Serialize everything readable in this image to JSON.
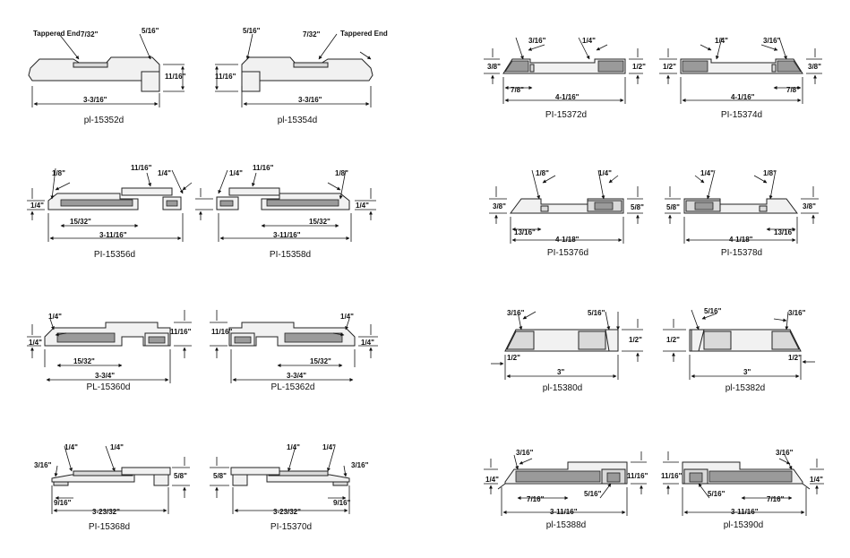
{
  "diagrams": [
    {
      "caption": "pl-15352d",
      "labels": [
        "Tappered End",
        "7/32\"",
        "5/16\"",
        "11/16\"",
        "3-3/16\""
      ]
    },
    {
      "caption": "pl-15354d",
      "labels": [
        "5/16\"",
        "7/32\"",
        "Tappered End",
        "11/16\"",
        "3-3/16\""
      ]
    },
    {
      "caption": "PI-15356d",
      "labels": [
        "1/8\"",
        "11/16\"",
        "1/4\"",
        "1/4\"",
        "15/32\"",
        "3-11/16\""
      ]
    },
    {
      "caption": "PI-15358d",
      "labels": [
        "1/4\"",
        "11/16\"",
        "1/8\"",
        "1/4\"",
        "15/32\"",
        "3-11/16\""
      ]
    },
    {
      "caption": "PL-15360d",
      "labels": [
        "1/4\"",
        "1/4\"",
        "11/16\"",
        "15/32\"",
        "3-3/4\""
      ]
    },
    {
      "caption": "PL-15362d",
      "labels": [
        "11/16\"",
        "1/4\"",
        "1/4\"",
        "15/32\"",
        "3-3/4\""
      ]
    },
    {
      "caption": "PI-15368d",
      "labels": [
        "1/4\"",
        "1/4\"",
        "3/16\"",
        "5/8\"",
        "9/16\"",
        "3-23/32\""
      ]
    },
    {
      "caption": "PI-15370d",
      "labels": [
        "1/4\"",
        "1/4\"",
        "5/8\"",
        "3/16\"",
        "9/16\"",
        "3-23/32\""
      ]
    },
    {
      "caption": "PI-15372d",
      "labels": [
        "3/16\"",
        "1/4\"",
        "3/8\"",
        "1/2\"",
        "7/8\"",
        "4-1/16\""
      ]
    },
    {
      "caption": "PI-15374d",
      "labels": [
        "1/4\"",
        "3/16\"",
        "1/2\"",
        "3/8\"",
        "7/8\"",
        "4-1/16\""
      ]
    },
    {
      "caption": "PI-15376d",
      "labels": [
        "1/8\"",
        "1/4\"",
        "3/8\"",
        "5/8\"",
        "13/16\"",
        "4-1/18\""
      ]
    },
    {
      "caption": "PI-15378d",
      "labels": [
        "1/4\"",
        "1/8\"",
        "5/8\"",
        "3/8\"",
        "13/16\"",
        "4-1/18\""
      ]
    },
    {
      "caption": "pl-15380d",
      "labels": [
        "3/16\"",
        "5/16\"",
        "1/2\"",
        "1/2\"",
        "3\""
      ]
    },
    {
      "caption": "pl-15382d",
      "labels": [
        "5/16\"",
        "3/16\"",
        "1/2\"",
        "1/2\"",
        "3\""
      ]
    },
    {
      "caption": "pl-15388d",
      "labels": [
        "3/16\"",
        "1/4\"",
        "11/16\"",
        "7/16\"",
        "5/16\"",
        "3-11/16\""
      ]
    },
    {
      "caption": "pl-15390d",
      "labels": [
        "3/16\"",
        "11/16\"",
        "1/4\"",
        "5/16\"",
        "7/16\"",
        "3-11/16\""
      ]
    }
  ]
}
